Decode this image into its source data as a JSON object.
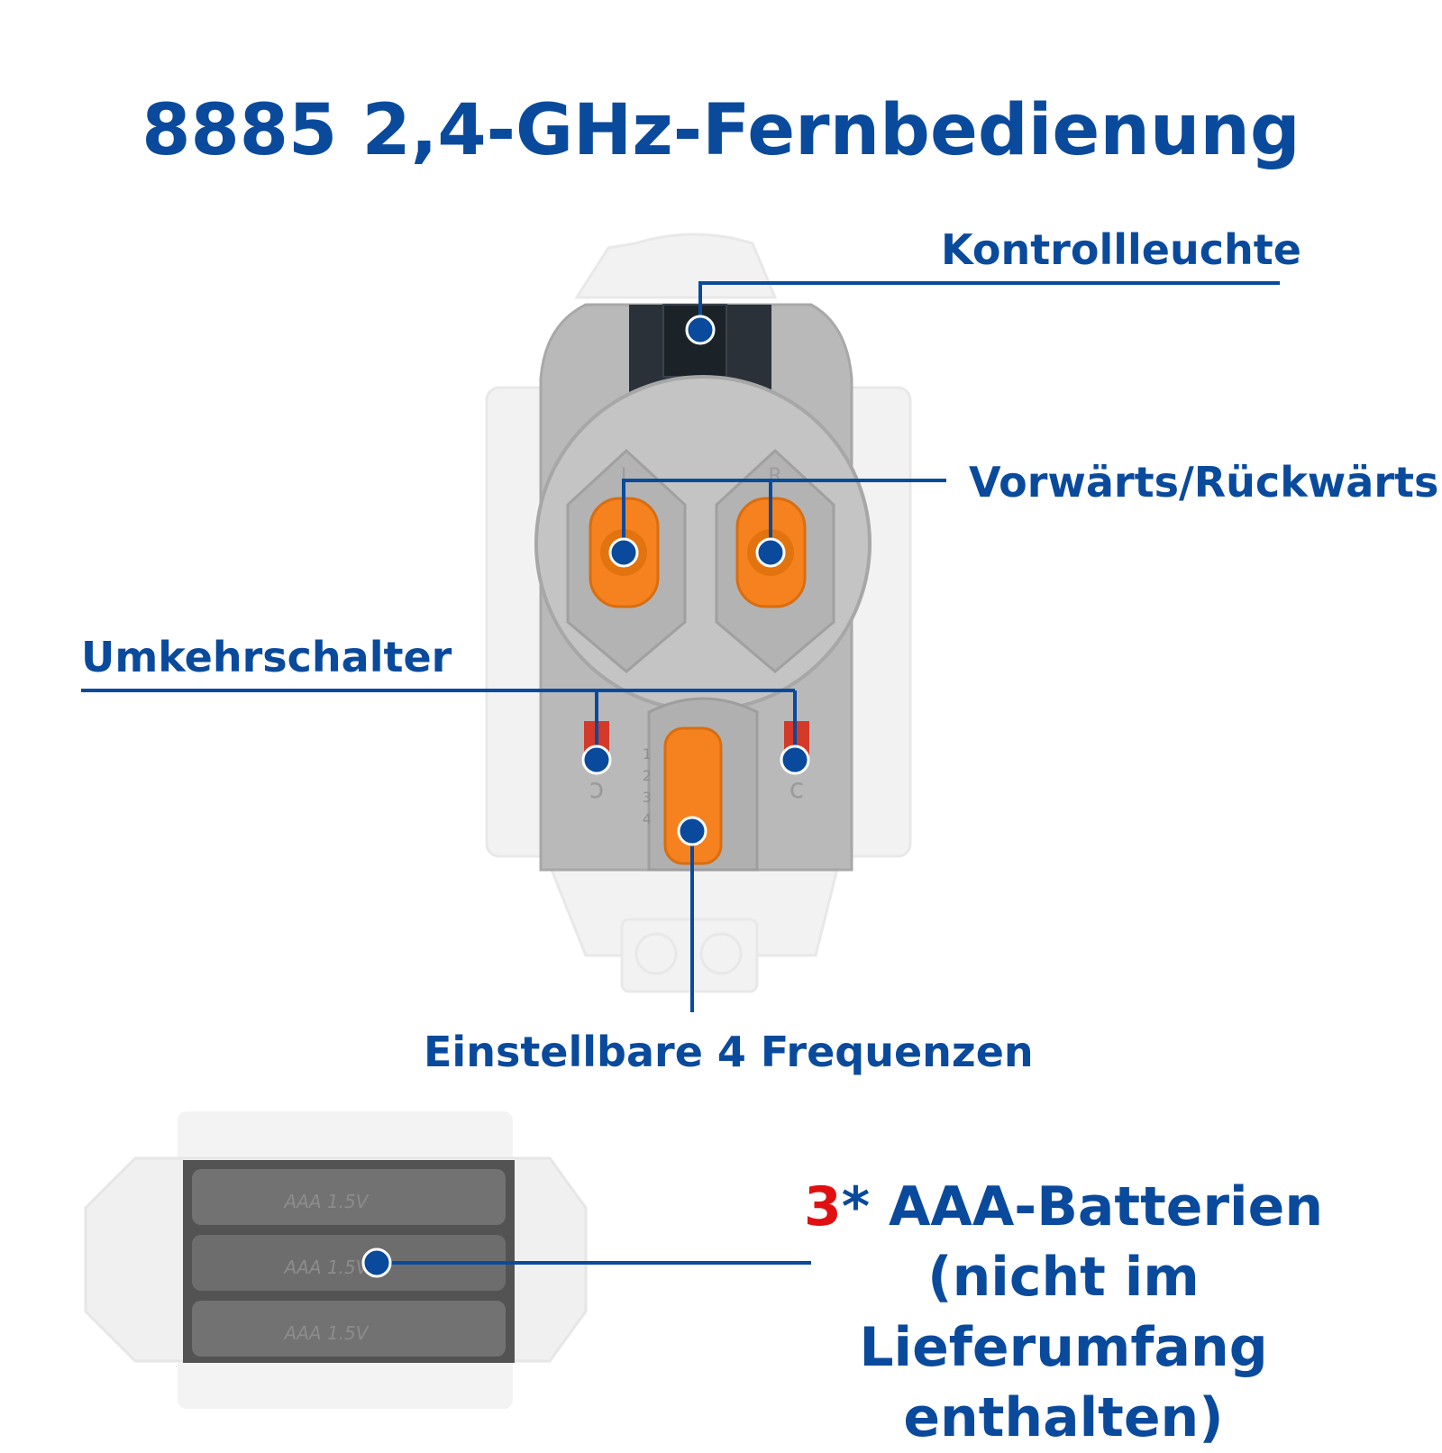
{
  "title": "8885 2,4-GHz-Fernbedienung",
  "labels": {
    "indicator": "Kontrollleuchte",
    "forward_backward": "Vorwärts/Rückwärts",
    "reverse_switch": "Umkehrschalter",
    "frequencies": "Einstellbare 4 Frequenzen",
    "battery_count": "3",
    "battery_star": "*",
    "battery_type": "AAA-Batterien",
    "battery_note_line1": "(nicht im Lieferumfang",
    "battery_note_line2": "enthalten)"
  },
  "remote": {
    "left_lever_letter": "L",
    "right_lever_letter": "R",
    "channel_numbers": [
      "1",
      "2",
      "3",
      "4"
    ]
  },
  "battery_box": {
    "cells": [
      {
        "label": "AAA  1.5V"
      },
      {
        "label": "AAA  1.5V"
      },
      {
        "label": "AAA  1.5V"
      }
    ]
  },
  "colors": {
    "brand_blue": "#0a4a9c",
    "orange": "#f5821f",
    "grey_body": "#b8b8b8",
    "accent_red": "#e01010"
  }
}
